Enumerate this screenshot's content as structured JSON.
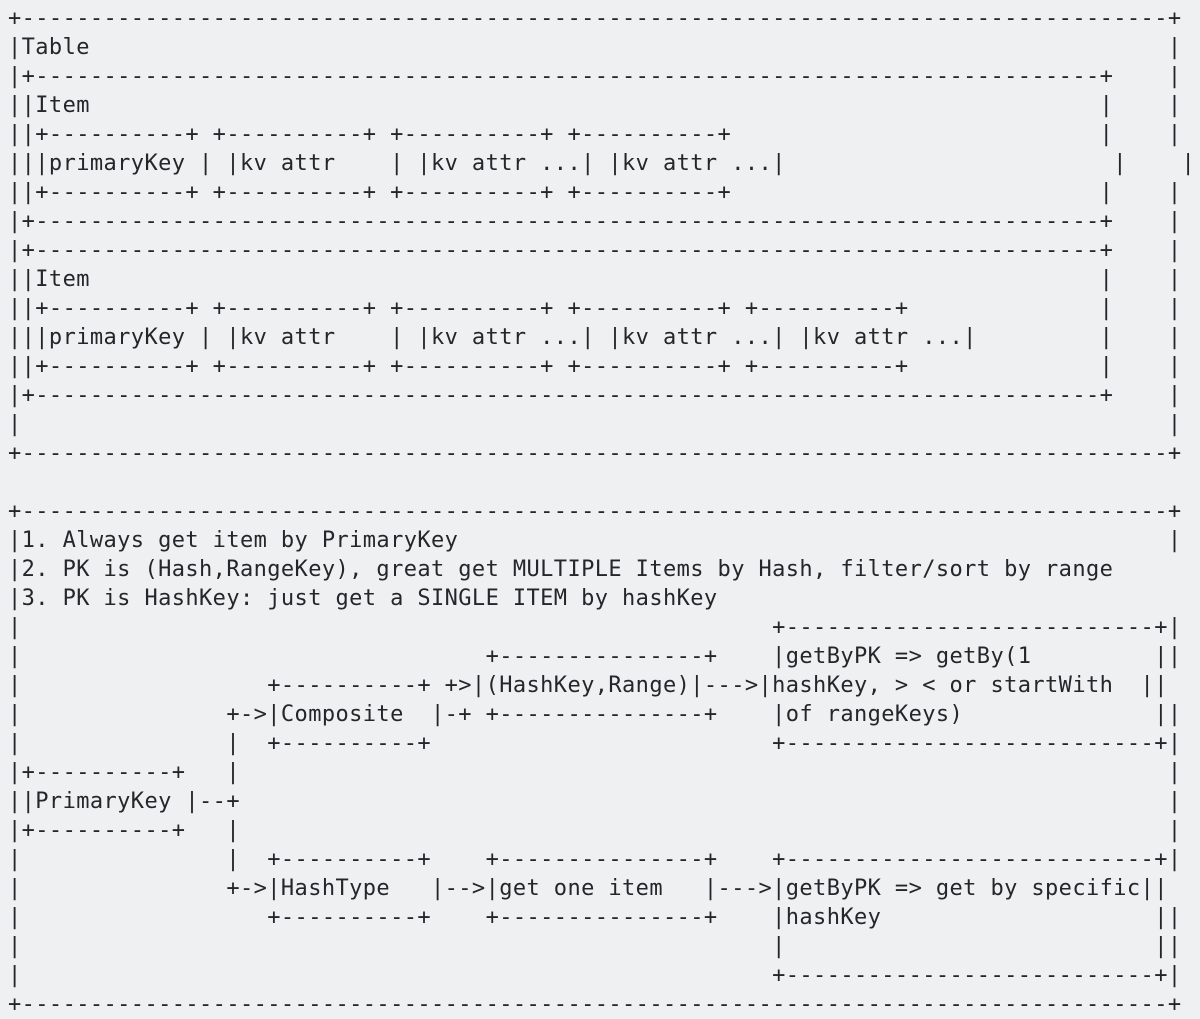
{
  "title": "Table",
  "item_label": "Item",
  "primary_key_label": "primaryKey",
  "kv_attr_label": "kv attr",
  "kv_attr_more_label": "kv attr ...",
  "notes": [
    "1. Always get item by PrimaryKey",
    "2. PK is (Hash,RangeKey), great get MULTIPLE Items by Hash, filter/sort by range",
    "3. PK is HashKey: just get a SINGLE ITEM by hashKey"
  ],
  "flow": {
    "root": "PrimaryKey",
    "composite": "Composite",
    "hash_type": "HashType",
    "hash_range": "(HashKey,Range)",
    "get_one_item": "get one item",
    "composite_result": [
      "getByPK => getBy(1",
      "hashKey, > < or startWith",
      "of rangeKeys)"
    ],
    "hash_result": [
      "getByPK => get by specific",
      "hashKey"
    ]
  },
  "ascii_lines": [
    "+------------------------------------------------------------------------------------+",
    "|Table                                                                               |",
    "|+------------------------------------------------------------------------------+    |",
    "||Item                                                                          |    |",
    "||+----------+ +----------+ +----------+ +----------+                           |    |",
    "|||primaryKey | |kv attr    | |kv attr ...| |kv attr ...|                        |    |",
    "||+----------+ +----------+ +----------+ +----------+                           |    |",
    "|+------------------------------------------------------------------------------+    |",
    "|+------------------------------------------------------------------------------+    |",
    "||Item                                                                          |    |",
    "||+----------+ +----------+ +----------+ +----------+ +----------+              |    |",
    "|||primaryKey | |kv attr    | |kv attr ...| |kv attr ...| |kv attr ...|         |    |",
    "||+----------+ +----------+ +----------+ +----------+ +----------+              |    |",
    "|+------------------------------------------------------------------------------+    |",
    "|                                                                                    |",
    "+------------------------------------------------------------------------------------+",
    "",
    "+------------------------------------------------------------------------------------+",
    "|1. Always get item by PrimaryKey                                                    |",
    "|2. PK is (Hash,RangeKey), great get MULTIPLE Items by Hash, filter/sort by range",
    "|3. PK is HashKey: just get a SINGLE ITEM by hashKey",
    "|                                                       +---------------------------+|",
    "|                                  +---------------+    |getByPK => getBy(1         ||",
    "|                  +----------+ +>|(HashKey,Range)|--->|hashKey, > < or startWith  ||",
    "|               +->|Composite  |-+ +---------------+    |of rangeKeys)              ||",
    "|               |  +----------+                         +---------------------------+|",
    "|+----------+   |                                                                    |",
    "||PrimaryKey |--+                                                                    |",
    "|+----------+   |                                                                    |",
    "|               |  +----------+    +---------------+    +---------------------------+|",
    "|               +->|HashType   |-->|get one item   |--->|getByPK => get by specific||",
    "|                  +----------+    +---------------+    |hashKey                    ||",
    "|                                                       |                           ||",
    "|                                                       +---------------------------+|",
    "+------------------------------------------------------------------------------------+"
  ]
}
